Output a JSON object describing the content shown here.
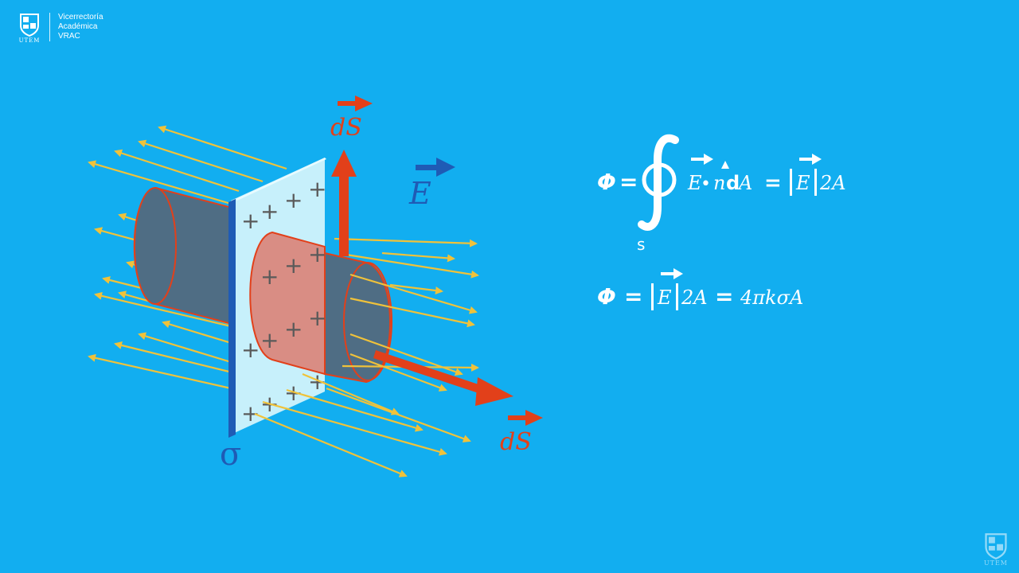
{
  "header": {
    "logo_caption": "UTEM",
    "org_lines": [
      "Vicerrectoría",
      "Académica",
      "VRAC"
    ]
  },
  "diagram": {
    "sigma_label": "σ",
    "field_label": "E",
    "area_vector_label": "dS",
    "plus_sign": "+"
  },
  "equations": {
    "eq1": {
      "phi": "Φ",
      "equals": "=",
      "surface_sub": "s",
      "field": "E",
      "dot": "•",
      "normal": "n",
      "d": "d",
      "area": "A",
      "rhs_coef": "2A"
    },
    "eq2": {
      "phi": "Φ",
      "equals": "=",
      "field": "E",
      "coef": "2A",
      "rhs": "4πkσA"
    }
  },
  "colors": {
    "background": "#12aef0",
    "field_lines": "#f0c23a",
    "vector_red": "#e2401a",
    "plate": "#c7f0fb",
    "plate_edge": "#1f5bb5",
    "cylinder": "#4f6d84",
    "cylinder_front": "#d98d84",
    "plus": "#5a5a5a",
    "label_blue": "#1f5bb5"
  }
}
